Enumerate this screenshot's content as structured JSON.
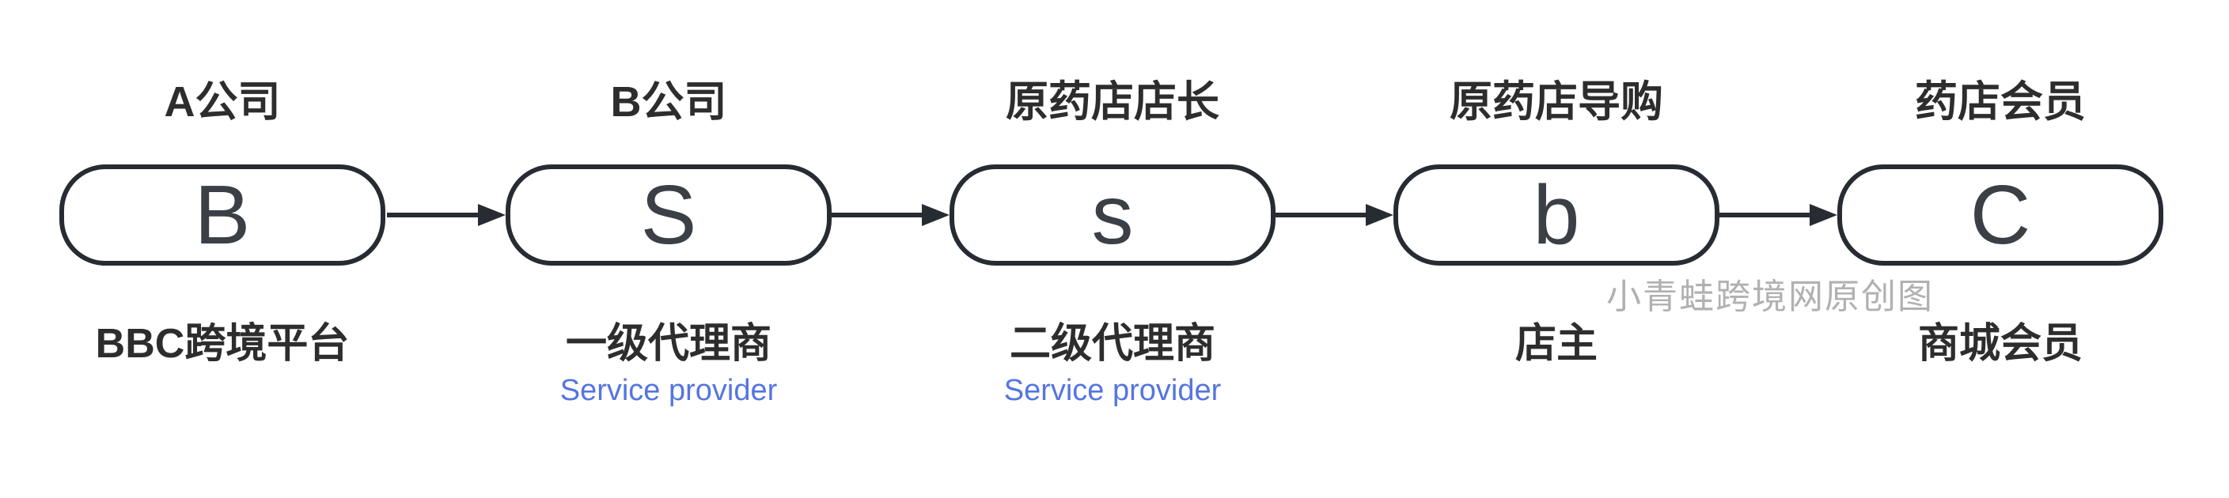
{
  "diagram": {
    "watermark": "小青蛙跨境网原创图",
    "colors": {
      "ink": "#2d2d2d",
      "node_border": "#272c33",
      "node_letter": "#3a4046",
      "accent_blue": "#5575df",
      "watermark_gray": "#b1b1b1"
    },
    "nodes": [
      {
        "top_label": "A公司",
        "letter": "B",
        "bottom_label": "BBC跨境平台"
      },
      {
        "top_label": "B公司",
        "letter": "S",
        "bottom_label": "一级代理商",
        "sub_label": "Service provider"
      },
      {
        "top_label": "原药店店长",
        "letter": "s",
        "bottom_label": "二级代理商",
        "sub_label": "Service provider"
      },
      {
        "top_label": "原药店导购",
        "letter": "b",
        "bottom_label": "店主"
      },
      {
        "top_label": "药店会员",
        "letter": "C",
        "bottom_label": "商城会员"
      }
    ]
  }
}
